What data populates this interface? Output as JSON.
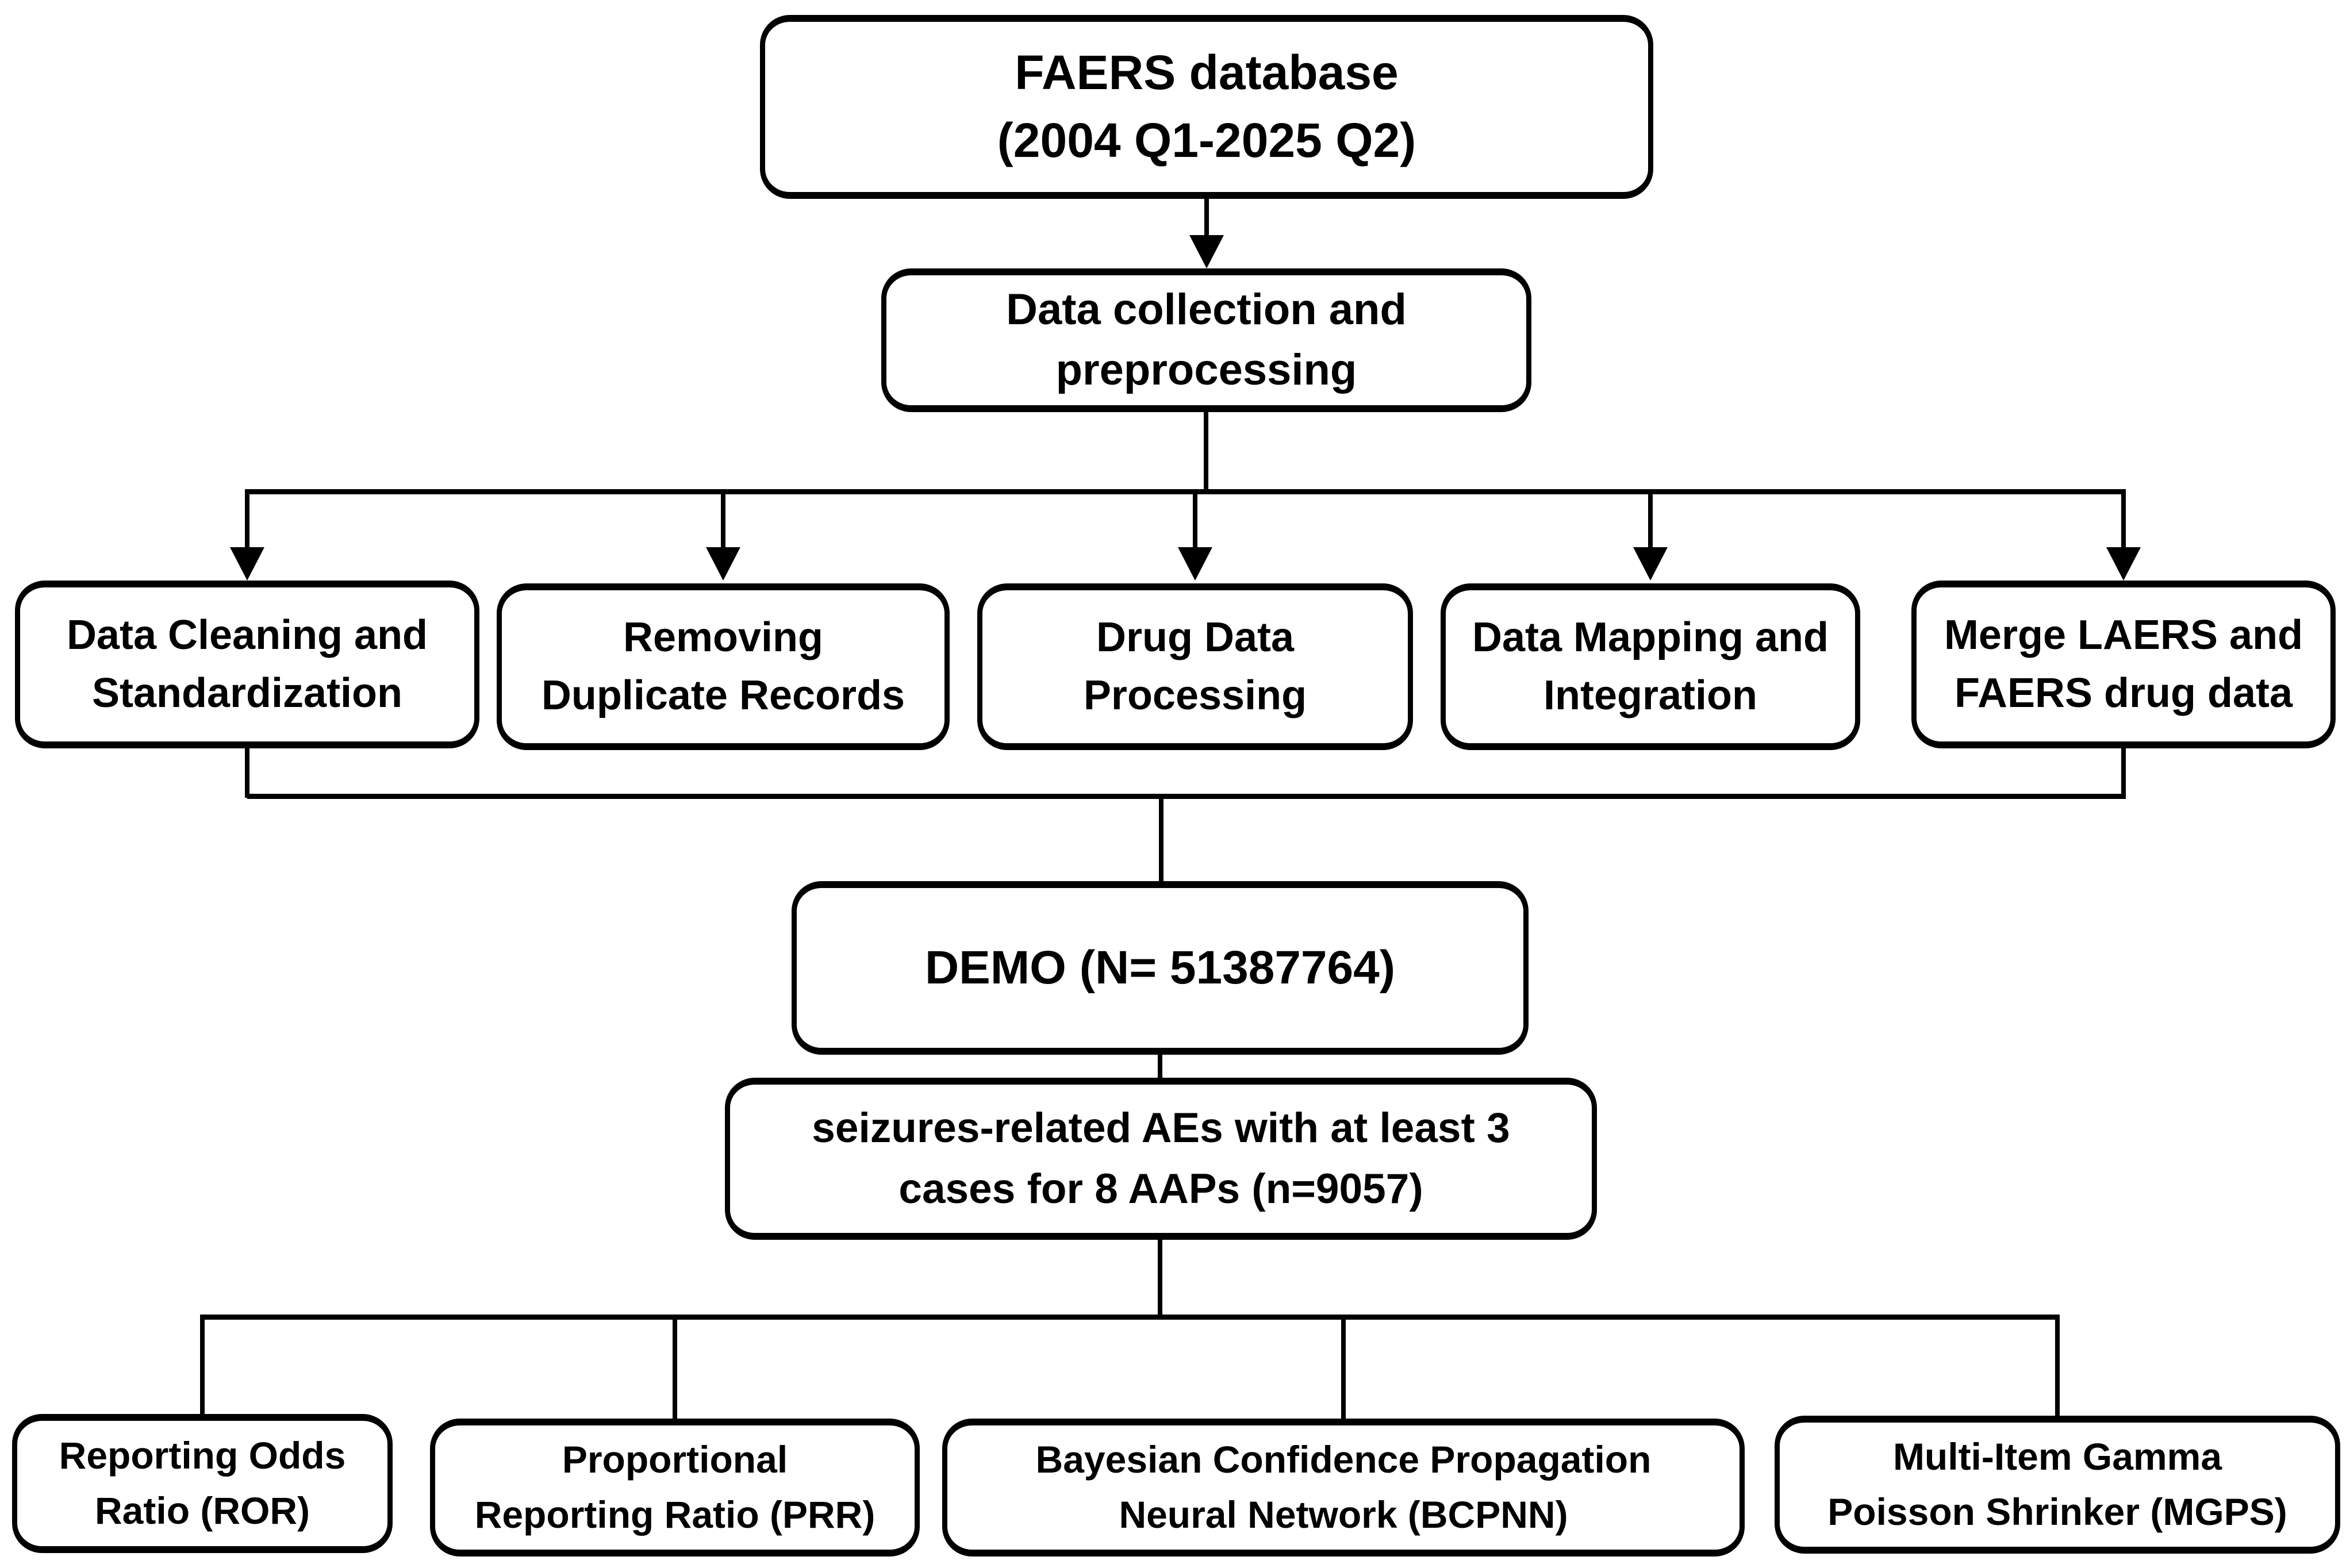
{
  "diagram": {
    "title": "FAERS seizure-related adverse events study flowchart",
    "background_color": "#ffffff",
    "line_color": "#000000",
    "text_color": "#000000",
    "nodes": {
      "faers": "FAERS database\n(2004 Q1-2025 Q2)",
      "collection": "Data collection and\npreprocessing",
      "cleaning": "Data Cleaning and\nStandardization",
      "dedup": "Removing\nDuplicate Records",
      "drug": "Drug Data\nProcessing",
      "mapping": "Data Mapping and\nIntegration",
      "merge": "Merge LAERS and\nFAERS drug data",
      "demo": "DEMO (N= 51387764)",
      "seizures": "seizures-related AEs with at least 3\ncases for 8 AAPs (n=9057)",
      "ror": "Reporting Odds\nRatio (ROR)",
      "prr": "Proportional\nReporting Ratio (PRR)",
      "bcpnn": "Bayesian Confidence Propagation\nNeural Network (BCPNN)",
      "mgps": "Multi-Item Gamma\nPoisson Shrinker (MGPS)"
    }
  }
}
